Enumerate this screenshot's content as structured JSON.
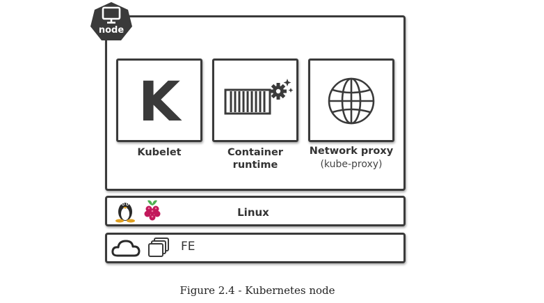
{
  "node": {
    "badge_label": "node",
    "badge_icon": "monitor-icon",
    "badge_color": "#3a3a3a"
  },
  "components": [
    {
      "name": "Kubelet",
      "icon": "kubelet-k-icon",
      "glyph": "K"
    },
    {
      "name_line1": "Container",
      "name_line2": "runtime",
      "icon": "container-runtime-icon"
    },
    {
      "name": "Network proxy",
      "sub": "(kube-proxy)",
      "icon": "globe-icon"
    }
  ],
  "os_layer": {
    "label": "Linux",
    "icons": [
      "tux-penguin-icon",
      "raspberry-pi-icon"
    ]
  },
  "infra_layer": {
    "label": "FE",
    "icons": [
      "cloud-icon",
      "virtual-machines-icon"
    ]
  },
  "figure_caption": "Figure 2.4 - Kubernetes node"
}
